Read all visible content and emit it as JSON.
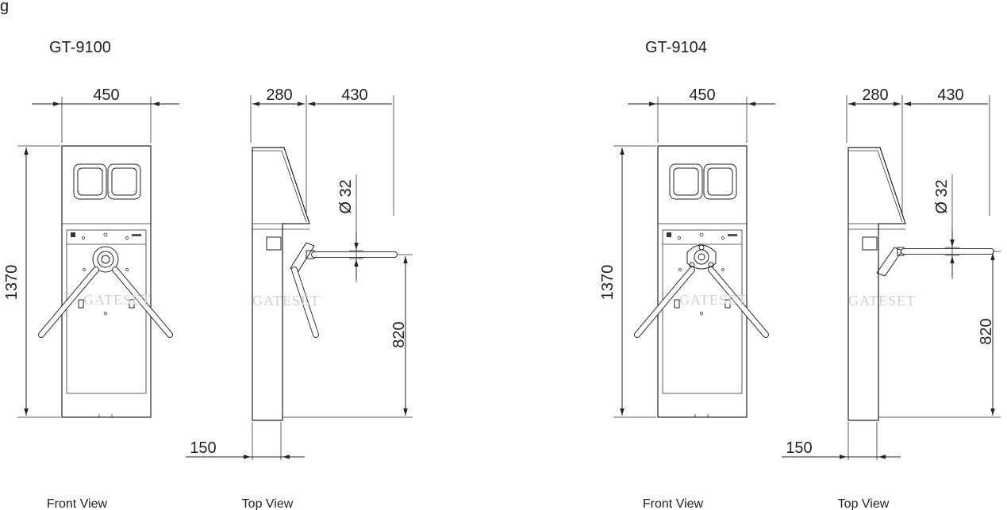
{
  "corner_text": "g",
  "diagrams": [
    {
      "model": "GT-9100",
      "width_dim": "450",
      "depth_dim": "280",
      "reach_dim": "430",
      "height_dim": "1370",
      "arm_height_dim": "820",
      "tube_diameter_dim": "Ø 32",
      "base_dim": "150",
      "front_view_label": "Front View",
      "top_view_label": "Top View"
    },
    {
      "model": "GT-9104",
      "width_dim": "450",
      "depth_dim": "280",
      "reach_dim": "430",
      "height_dim": "1370",
      "arm_height_dim": "820",
      "tube_diameter_dim": "Ø 32",
      "base_dim": "150",
      "front_view_label": "Front View",
      "top_view_label": "Top View"
    }
  ],
  "watermark": "GATESET"
}
